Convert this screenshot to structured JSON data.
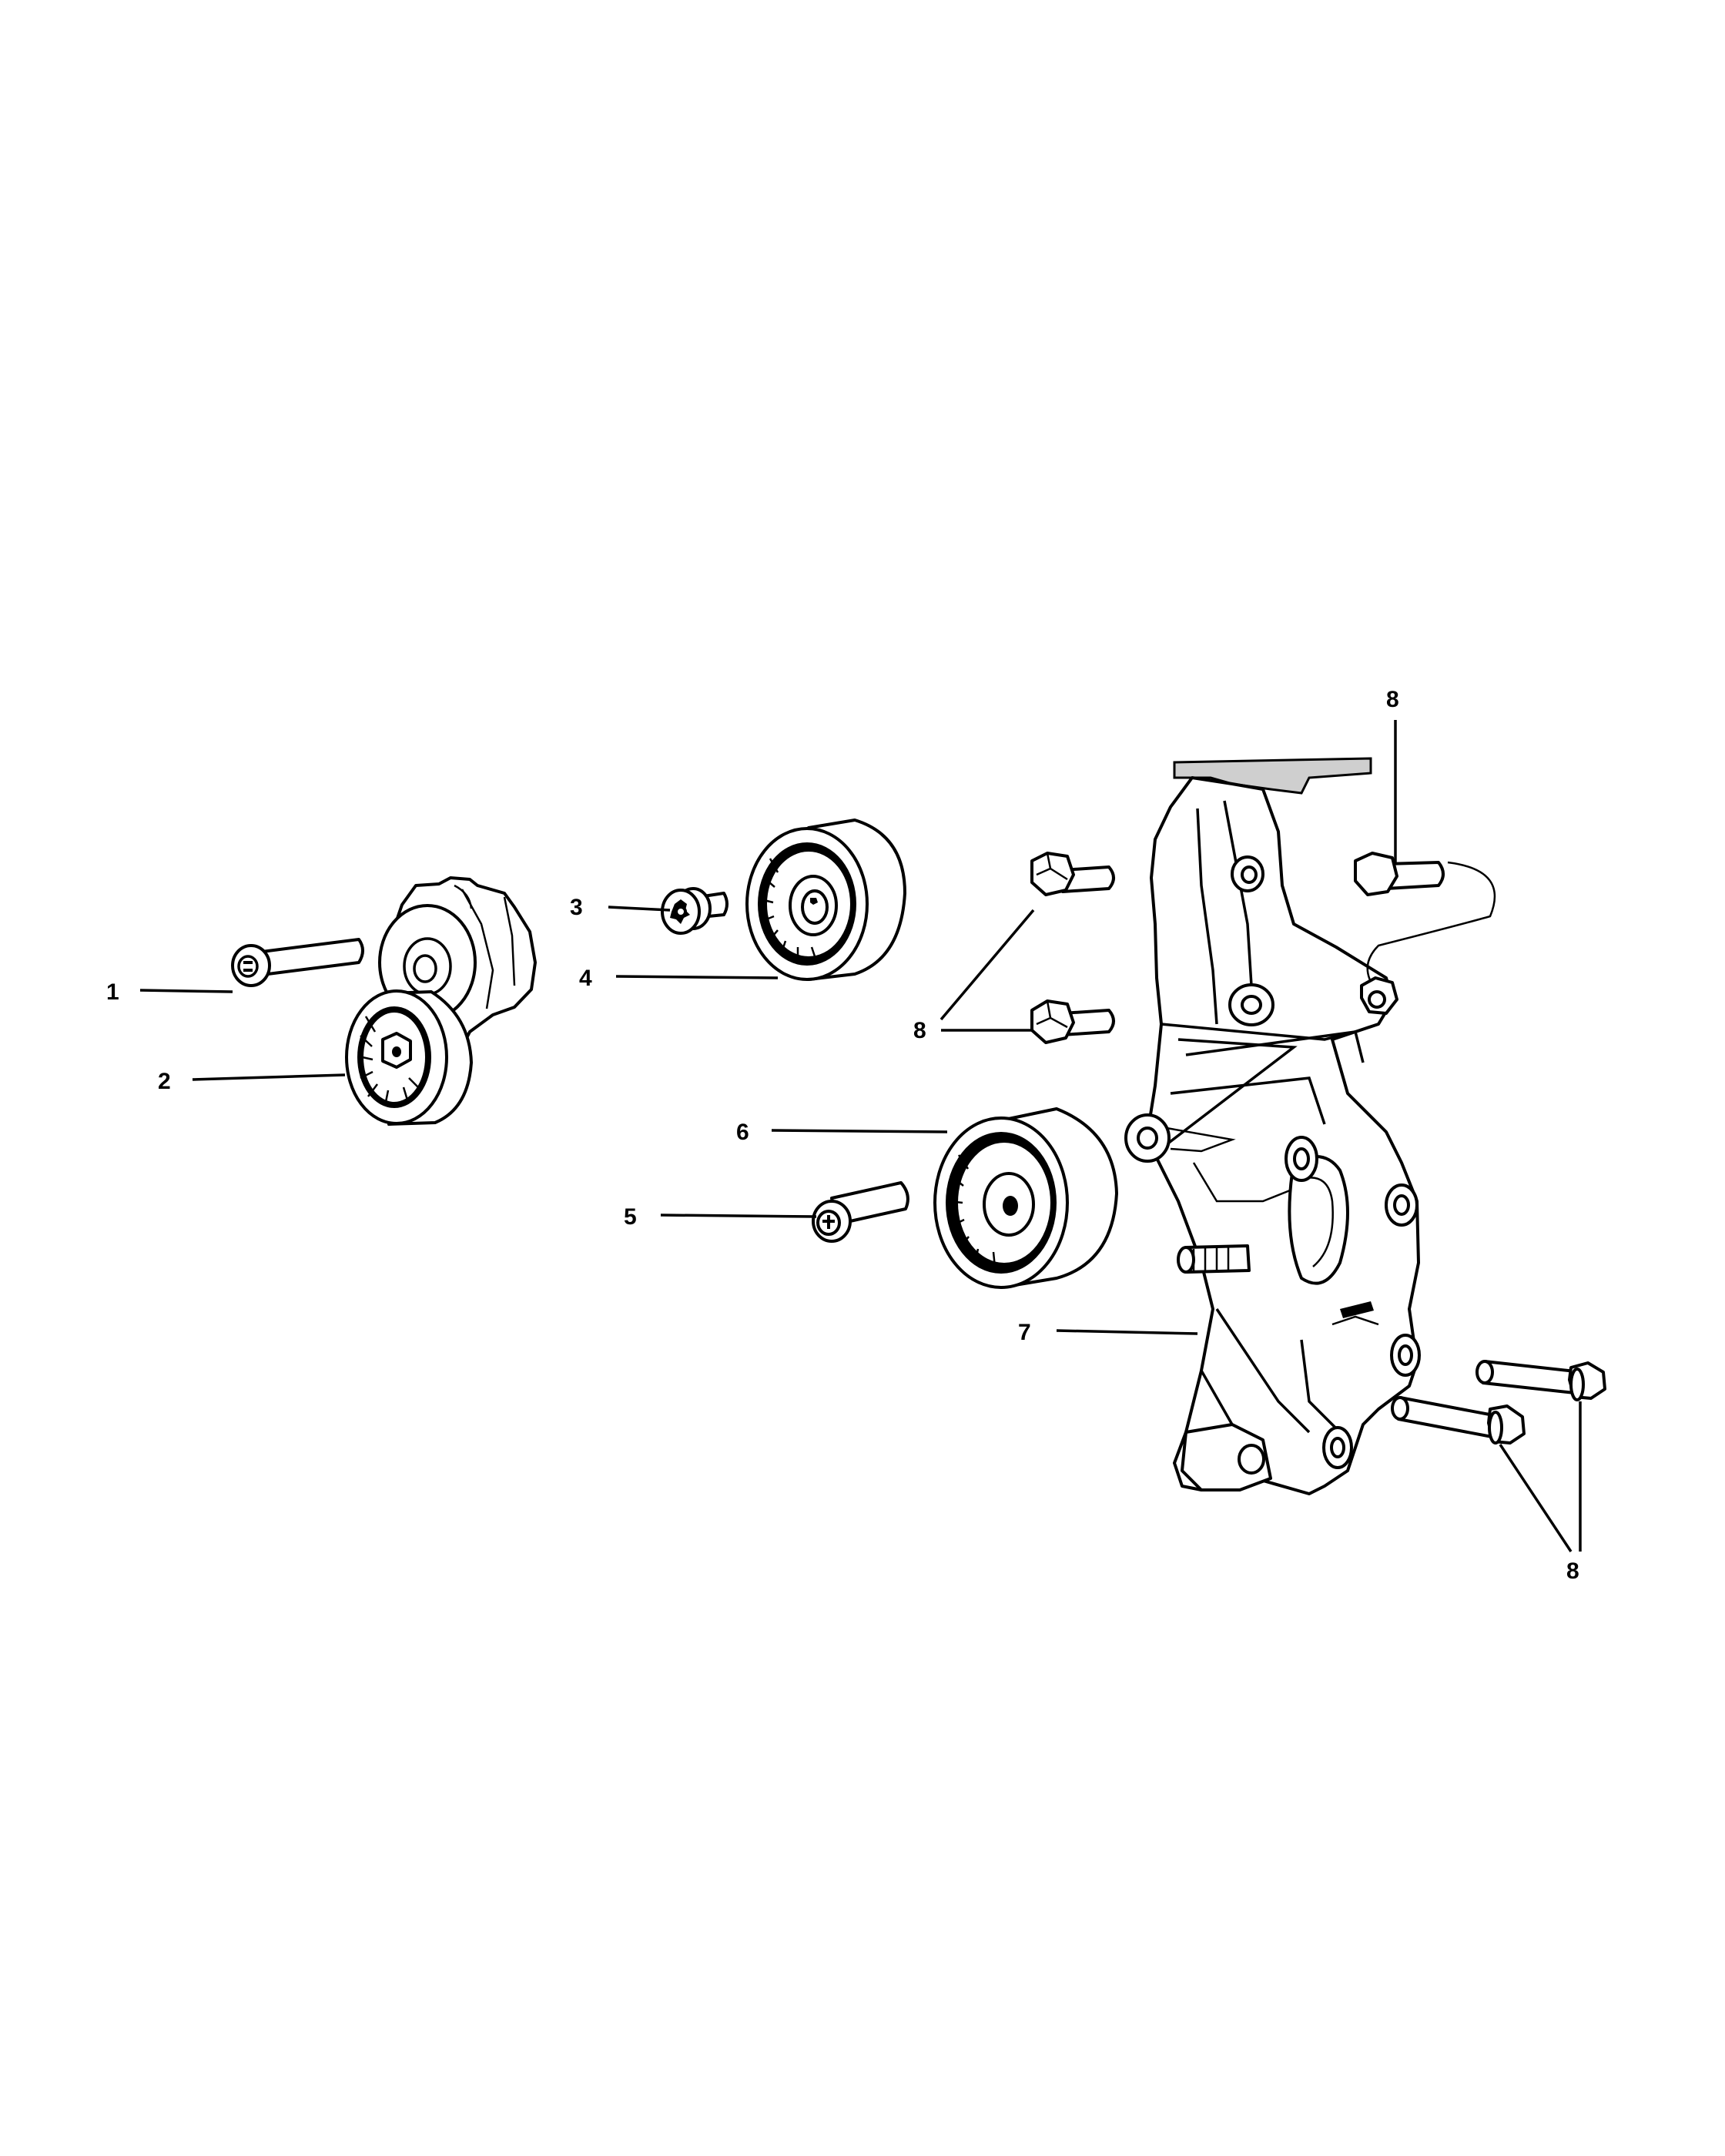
{
  "callouts": {
    "c1": "1",
    "c2": "2",
    "c3": "3",
    "c4": "4",
    "c5": "5",
    "c6": "6",
    "c7": "7",
    "c8_top": "8",
    "c8_left": "8",
    "c8_bottom": "8"
  }
}
